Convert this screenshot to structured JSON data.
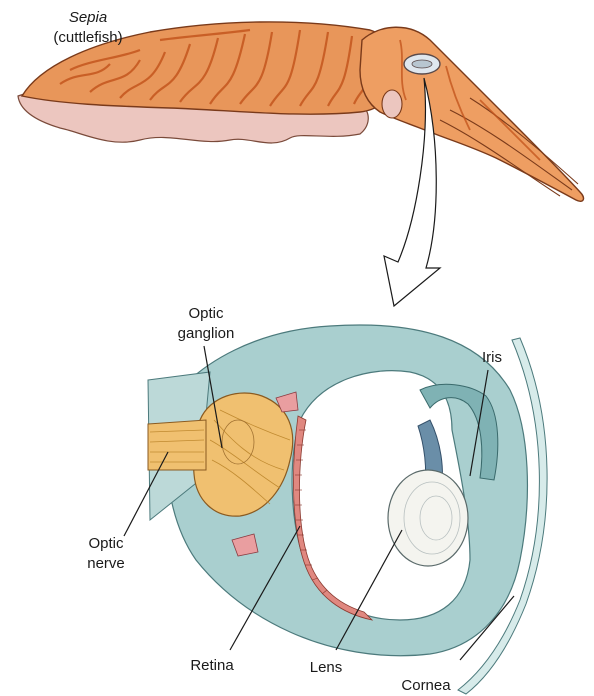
{
  "organism": {
    "genus": "Sepia",
    "common_name": "(cuttlefish)"
  },
  "labels": {
    "optic_ganglion_line1": "Optic",
    "optic_ganglion_line2": "ganglion",
    "iris": "Iris",
    "optic_nerve_line1": "Optic",
    "optic_nerve_line2": "nerve",
    "retina": "Retina",
    "lens": "Lens",
    "cornea": "Cornea"
  },
  "colors": {
    "body_orange": "#e8965a",
    "body_stripe": "#d46a2e",
    "fin_pink": "#ecc6bf",
    "eye_tissue_teal": "#a9cfcf",
    "eye_tissue_dark": "#7fb2b4",
    "ganglion_yellow": "#f0c070",
    "retina_red": "#e08880",
    "lens_white": "#f4f4ef"
  }
}
